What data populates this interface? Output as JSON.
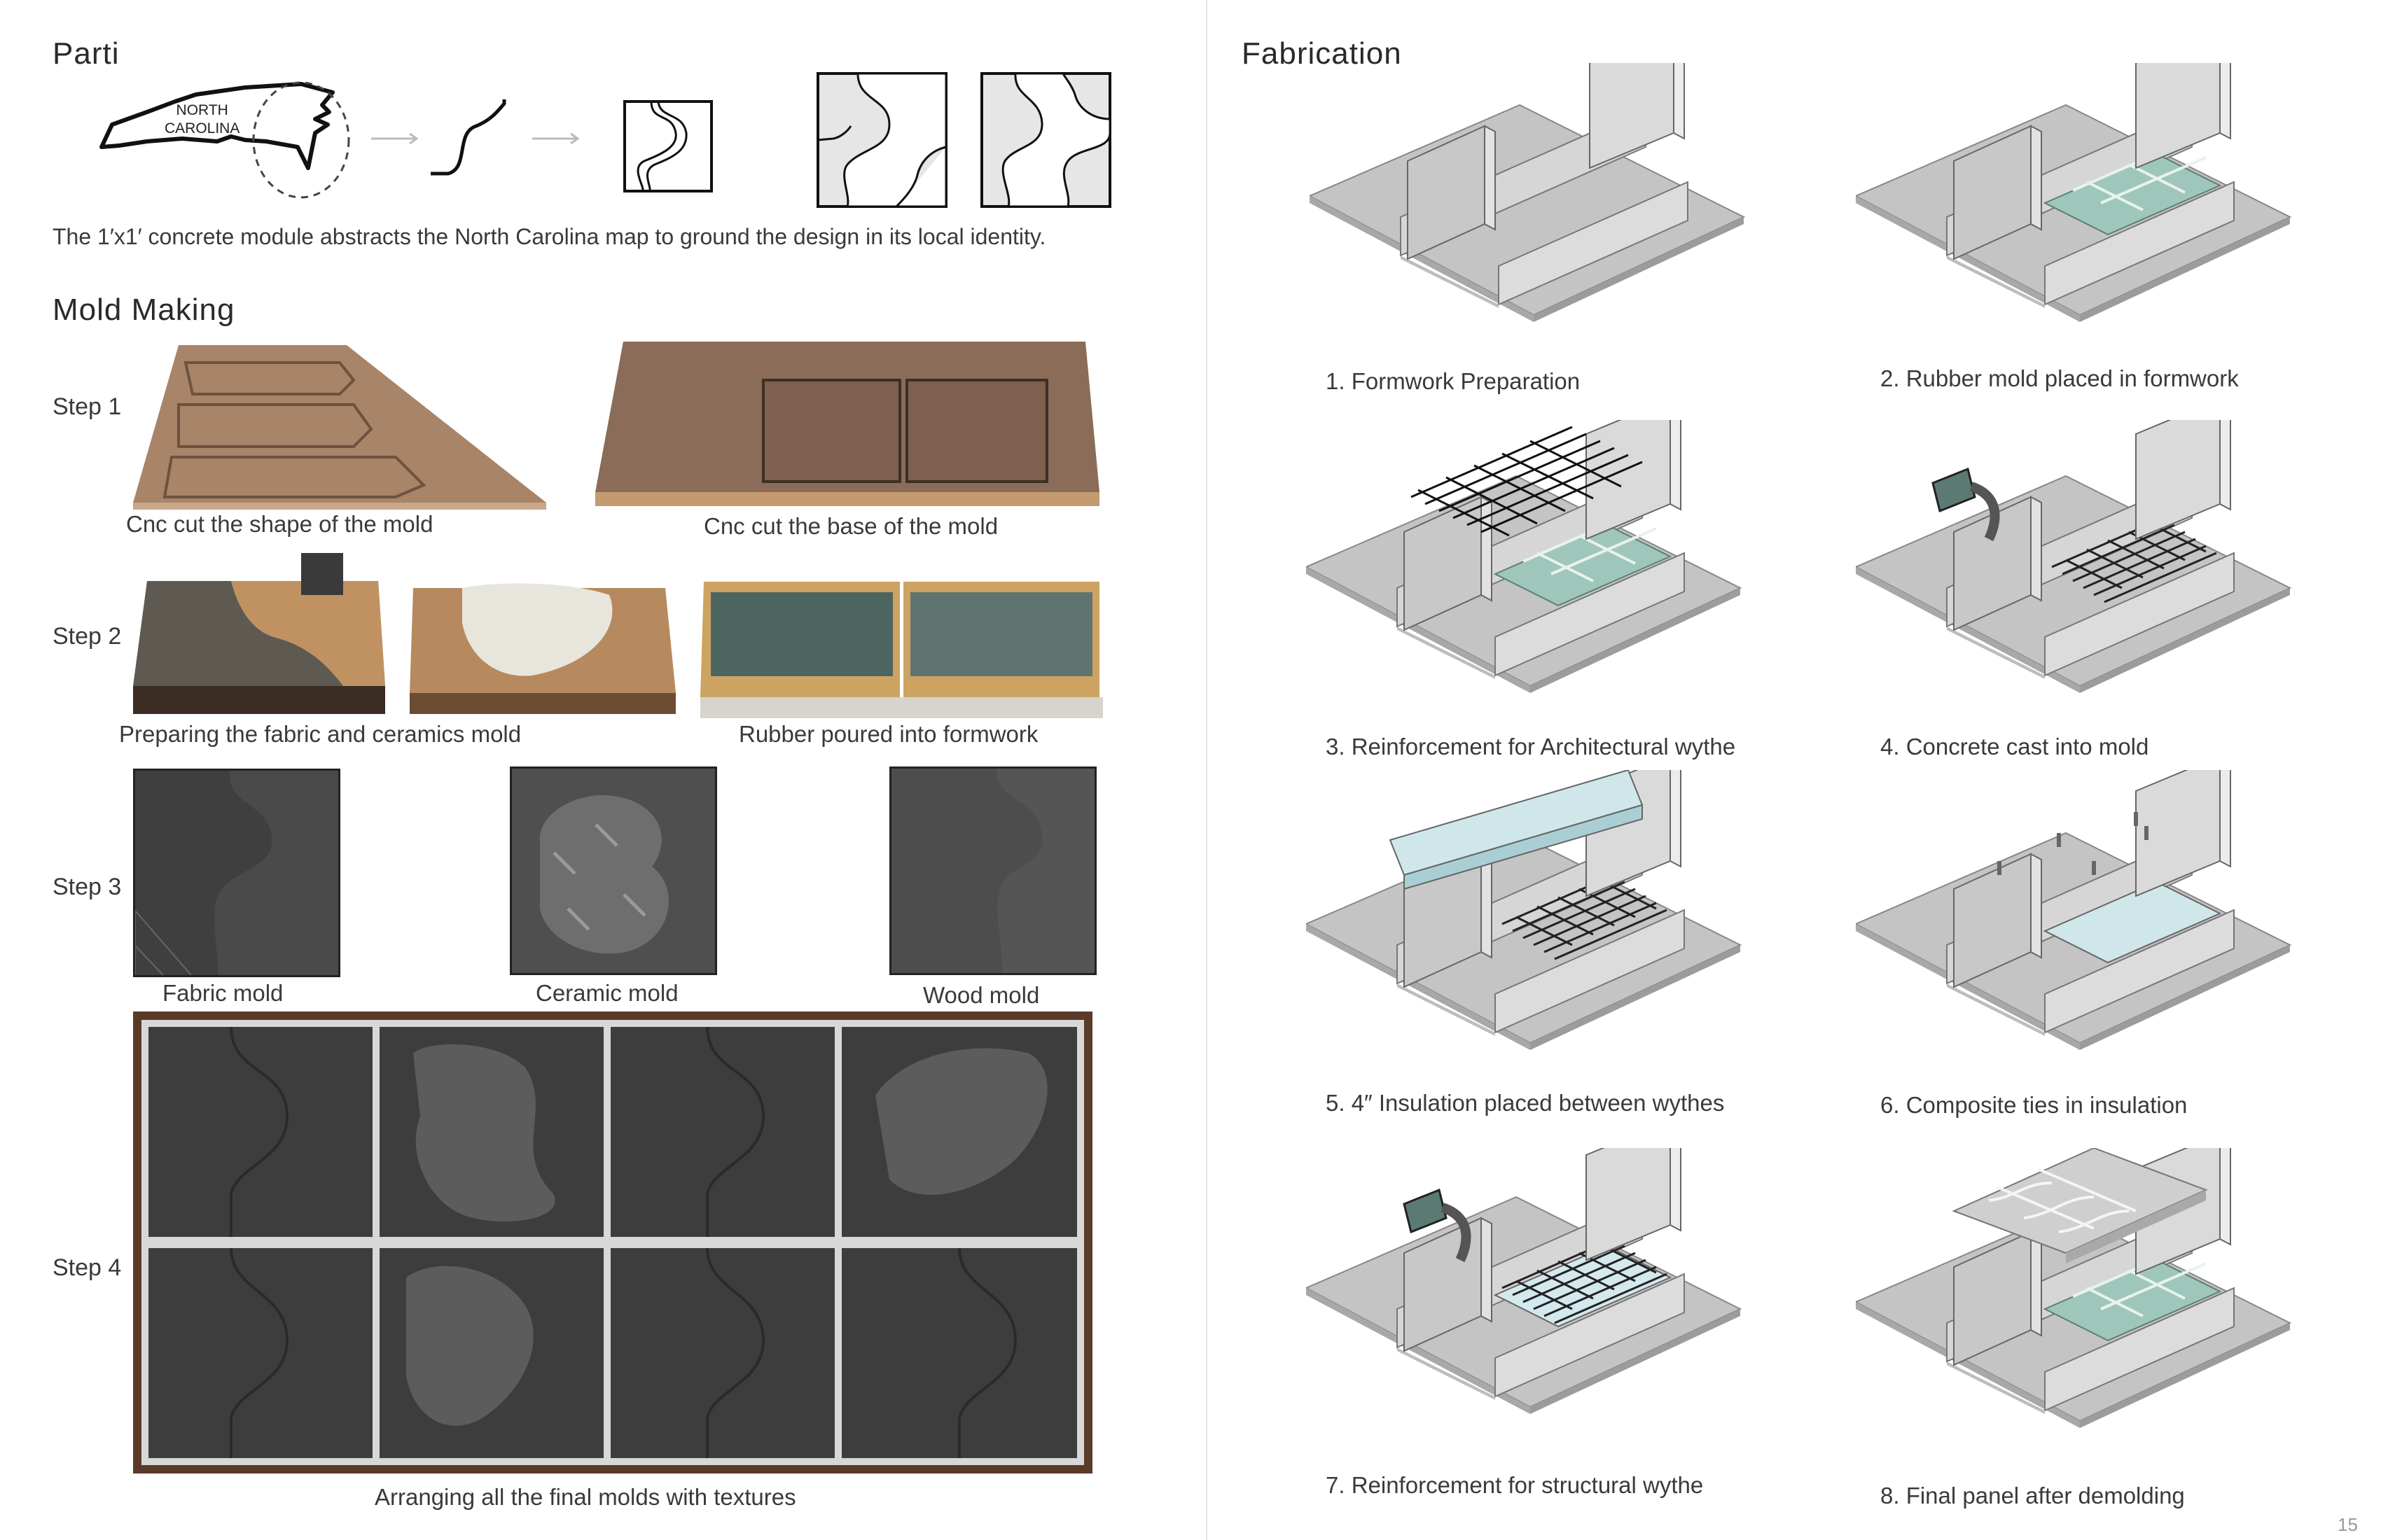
{
  "parti": {
    "heading": "Parti",
    "map_label": "NORTH\nCAROLINA",
    "description": "The 1′x1′ concrete module abstracts the North Carolina map to ground the design in its local identity."
  },
  "mold_making": {
    "heading": "Mold Making",
    "steps": [
      {
        "label": "Step 1",
        "captions": [
          "Cnc cut the shape of the mold",
          "Cnc cut the base of the mold"
        ]
      },
      {
        "label": "Step 2",
        "captions": [
          "Preparing the fabric and ceramics mold",
          "Rubber poured into formwork"
        ]
      },
      {
        "label": "Step 3",
        "captions": [
          "Fabric mold",
          "Ceramic mold",
          "Wood mold"
        ]
      },
      {
        "label": "Step 4",
        "captions": [
          "Arranging all the final molds with textures"
        ]
      }
    ]
  },
  "fabrication": {
    "heading": "Fabrication",
    "steps": [
      "1.  Formwork Preparation",
      "2. Rubber mold placed in formwork",
      "3. Reinforcement for Architectural wythe",
      "4. Concrete cast into mold",
      "5. 4″ Insulation placed between wythes",
      "6. Composite ties in insulation",
      "7. Reinforcement for structural wythe",
      "8. Final panel after demolding"
    ]
  },
  "page_number": "15"
}
